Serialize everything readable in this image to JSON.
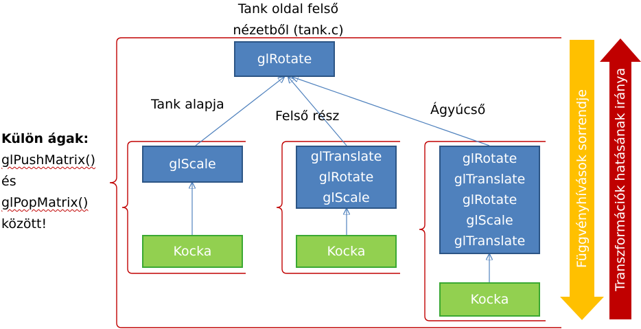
{
  "title": [
    "Tank oldal felső",
    "nézetből (tank.c)"
  ],
  "side_note": {
    "heading": "Külön ágak:",
    "lines": [
      "glPushMatrix()",
      "és",
      "glPopMatrix()",
      "között!"
    ]
  },
  "root": {
    "label": "glRotate"
  },
  "branches": [
    {
      "label": "Tank alapja",
      "ops": [
        "glScale"
      ],
      "leaf": "Kocka"
    },
    {
      "label": "Felső rész",
      "ops": [
        "glTranslate",
        "glRotate",
        "glScale"
      ],
      "leaf": "Kocka"
    },
    {
      "label": "Ágyúcső",
      "ops": [
        "glRotate",
        "glTranslate",
        "glRotate",
        "glScale",
        "glTranslate"
      ],
      "leaf": "Kocka"
    }
  ],
  "arrows": {
    "call_order": {
      "label": "Függvényhívások sorrendje",
      "color": "#ffc000"
    },
    "transform_direction": {
      "label": "Transzformációk hatásának iránya",
      "color": "#c00000"
    }
  },
  "colors": {
    "op_box": "#4f81bd",
    "leaf_box": "#92d050",
    "bracket": "#c00000",
    "connector": "#4f81bd"
  }
}
